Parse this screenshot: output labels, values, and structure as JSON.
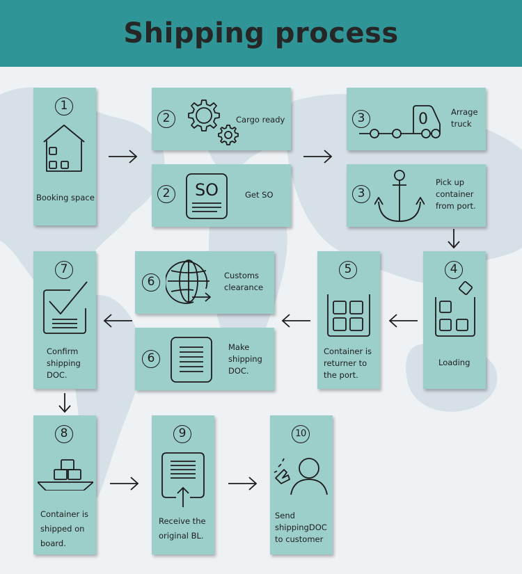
{
  "title": "Shipping process",
  "steps": [
    {
      "num": "1",
      "label": "Booking space"
    },
    {
      "num": "2",
      "label": "Cargo ready"
    },
    {
      "num": "2",
      "label": "Get SO"
    },
    {
      "num": "3",
      "label": "Arrage truck"
    },
    {
      "num": "3",
      "label": "Pick up container from port."
    },
    {
      "num": "4",
      "label": "Loading"
    },
    {
      "num": "5",
      "label": "Container is returner to the port."
    },
    {
      "num": "6",
      "label": "Customs clearance"
    },
    {
      "num": "6",
      "label": "Make shipping DOC."
    },
    {
      "num": "7",
      "label": "Confirm shipping DOC."
    },
    {
      "num": "8",
      "label": "Container is shipped on board."
    },
    {
      "num": "9",
      "label": "Receive the original BL."
    },
    {
      "num": "10",
      "label": "Send shippingDOC to customer"
    }
  ],
  "icon_text": {
    "so": "SO",
    "truck_wheel": "0"
  },
  "colors": {
    "header": "#2f9596",
    "box": "#9dcfca",
    "line": "#1b1b1b"
  },
  "icons": [
    "house-icon",
    "gear-icon",
    "document-so-icon",
    "truck-icon",
    "anchor-icon",
    "container-box-icon",
    "container-grid-icon",
    "globe-icon",
    "document-lines-icon",
    "checkmark-document-icon",
    "ship-icon",
    "document-upload-icon",
    "person-icon"
  ]
}
